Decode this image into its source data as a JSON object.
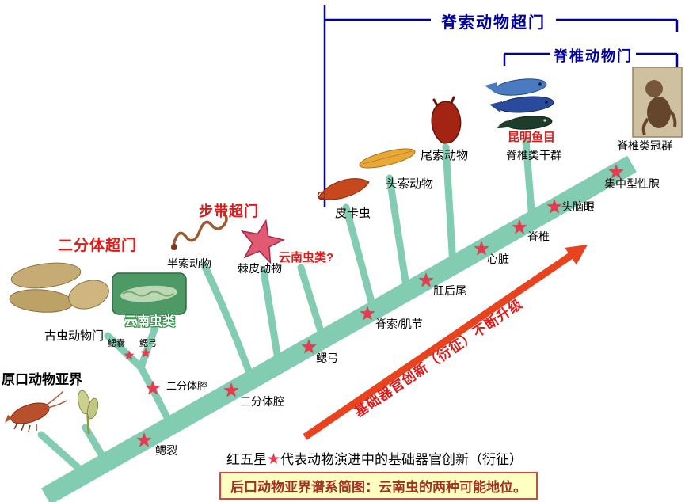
{
  "brackets": {
    "chordata": "脊索动物超门",
    "vertebrata": "脊椎动物门"
  },
  "taxa": {
    "protostome": "原口动物亚界",
    "vetulicolian": "古虫动物门",
    "yunnanozoan_photo": "云南虫类",
    "dipartita": "二分体超门",
    "hemichordate": "半索动物",
    "echinoderm": "棘皮动物",
    "ambulacraria": "步带超门",
    "yunnanozoan_alt": "云南虫类?",
    "pikaia": "皮卡虫",
    "cephalochordate": "头索动物",
    "urochordate": "尾索动物",
    "myllokunmingiida": "昆明鱼目",
    "stem_vertebrate": "脊椎类干群",
    "crown_vertebrate": "脊椎类冠群"
  },
  "innovations": {
    "gill_slits": "鳃裂",
    "gill_pouch": "鳃囊",
    "gill_arch_branch": "鳃弓",
    "bipartite_coelom": "二分体腔",
    "tripartite_coelom": "三分体腔",
    "gill_arch": "鳃弓",
    "notochord_myomere": "脊索/肌节",
    "postanal_tail": "肛后尾",
    "heart": "心脏",
    "vertebra": "脊椎",
    "head_brain_eye": "头脑眼",
    "concentrated_gonad": "集中型性腺"
  },
  "arrow_text": "基础器官创新（衍征）不断升级",
  "legend": {
    "prefix": "红五星",
    "star": "★",
    "suffix": "代表动物演进中的基础器官创新（衍征）"
  },
  "caption": "后口动物亚界谱系简图：云南虫的两种可能地位。",
  "colors": {
    "trunk_teal": "#82cdb2",
    "star_red": "#e8394e",
    "highlight_red": "#e01818",
    "bracket_blue": "#0000a0",
    "arrow_red": "#e8421e",
    "caption_bg": "#ffffc2",
    "caption_border": "#e04040"
  }
}
